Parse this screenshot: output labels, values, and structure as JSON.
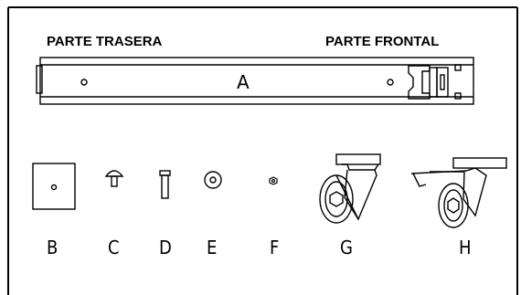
{
  "labels": {
    "rear": "PARTE TRASERA",
    "front": "PARTE FRONTAL",
    "rail": "A"
  },
  "parts": [
    {
      "id": "square-plate",
      "letter": "B"
    },
    {
      "id": "carriage-bolt",
      "letter": "C"
    },
    {
      "id": "bolt",
      "letter": "D"
    },
    {
      "id": "washer",
      "letter": "E"
    },
    {
      "id": "nut",
      "letter": "F"
    },
    {
      "id": "caster",
      "letter": "G"
    },
    {
      "id": "locking-caster",
      "letter": "H"
    }
  ]
}
